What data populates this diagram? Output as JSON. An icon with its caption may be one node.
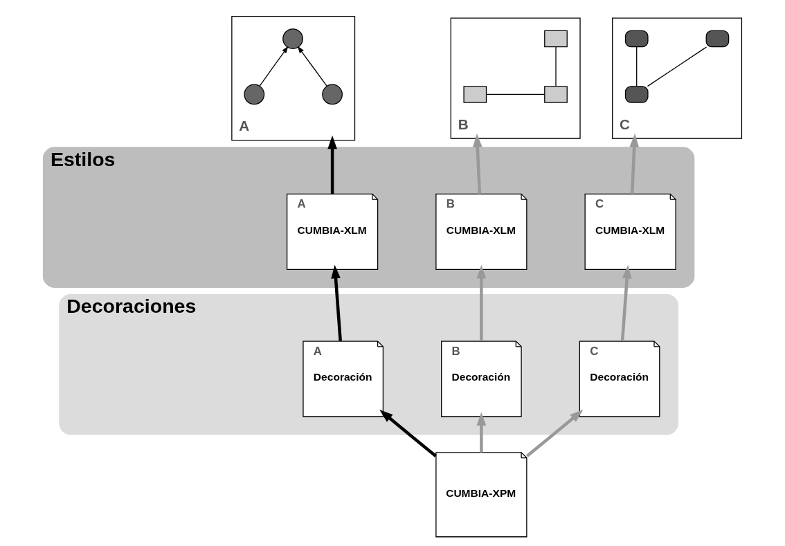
{
  "diagram": {
    "nodes": [
      {
        "text": [
          "A"
        ]
      },
      {
        "text": [],
        "shape": "circle",
        "in": 0
      },
      {
        "text": [],
        "shape": "circle",
        "in": 0
      },
      {
        "text": [],
        "shape": "circle",
        "in": 0
      },
      {
        "text": [
          "B"
        ]
      },
      {
        "text": [],
        "shape": "box",
        "in": 4
      },
      {
        "text": [],
        "shape": "box",
        "in": 4
      },
      {
        "text": [],
        "shape": "box",
        "in": 4
      },
      {
        "text": [
          "C"
        ]
      },
      {
        "text": [],
        "shape": "box",
        "in": 8
      },
      {
        "text": [],
        "shape": "box",
        "in": 8
      },
      {
        "text": [],
        "shape": "box",
        "in": 8
      },
      {
        "text": [
          "Estilos"
        ]
      },
      {
        "text": [
          "A",
          "CUMBIA-XLM"
        ],
        "in": 12
      },
      {
        "text": [
          "B",
          "CUMBIA-XLM"
        ],
        "in": 12
      },
      {
        "text": [
          "C",
          "CUMBIA-XLM"
        ],
        "in": 12
      },
      {
        "text": [
          "Decoraciones"
        ]
      },
      {
        "text": [
          "A",
          "Decoración"
        ],
        "in": 16
      },
      {
        "text": [
          "B",
          "Decoración"
        ],
        "in": 16
      },
      {
        "text": [
          "C",
          "Decoración"
        ],
        "in": 16
      },
      {
        "text": [
          "CUMBIA-XPM"
        ]
      }
    ],
    "edges": [
      {
        "from": 1,
        "to": 3,
        "arrow": "to"
      },
      {
        "from": 2,
        "to": 3,
        "arrow": "to"
      },
      {
        "from": 5,
        "to": 6,
        "arrow": "none"
      },
      {
        "from": 6,
        "to": 7,
        "arrow": "none"
      },
      {
        "from": 9,
        "to": 10,
        "arrow": "none"
      },
      {
        "from": 9,
        "to": 11,
        "arrow": "none"
      },
      {
        "from": 13,
        "to": 0,
        "arrow": "to"
      },
      {
        "from": 14,
        "to": 4,
        "arrow": "to",
        "color": "#999999"
      },
      {
        "from": 15,
        "to": 8,
        "arrow": "to",
        "color": "#999999"
      },
      {
        "from": 17,
        "to": 13,
        "arrow": "to"
      },
      {
        "from": 18,
        "to": 14,
        "arrow": "to",
        "color": "#999999"
      },
      {
        "from": 19,
        "to": 15,
        "arrow": "to",
        "color": "#999999"
      },
      {
        "from": 20,
        "to": 17,
        "arrow": "to"
      },
      {
        "from": 20,
        "to": 18,
        "arrow": "to",
        "color": "#999999"
      },
      {
        "from": 20,
        "to": 19,
        "arrow": "to",
        "color": "#999999"
      }
    ]
  }
}
